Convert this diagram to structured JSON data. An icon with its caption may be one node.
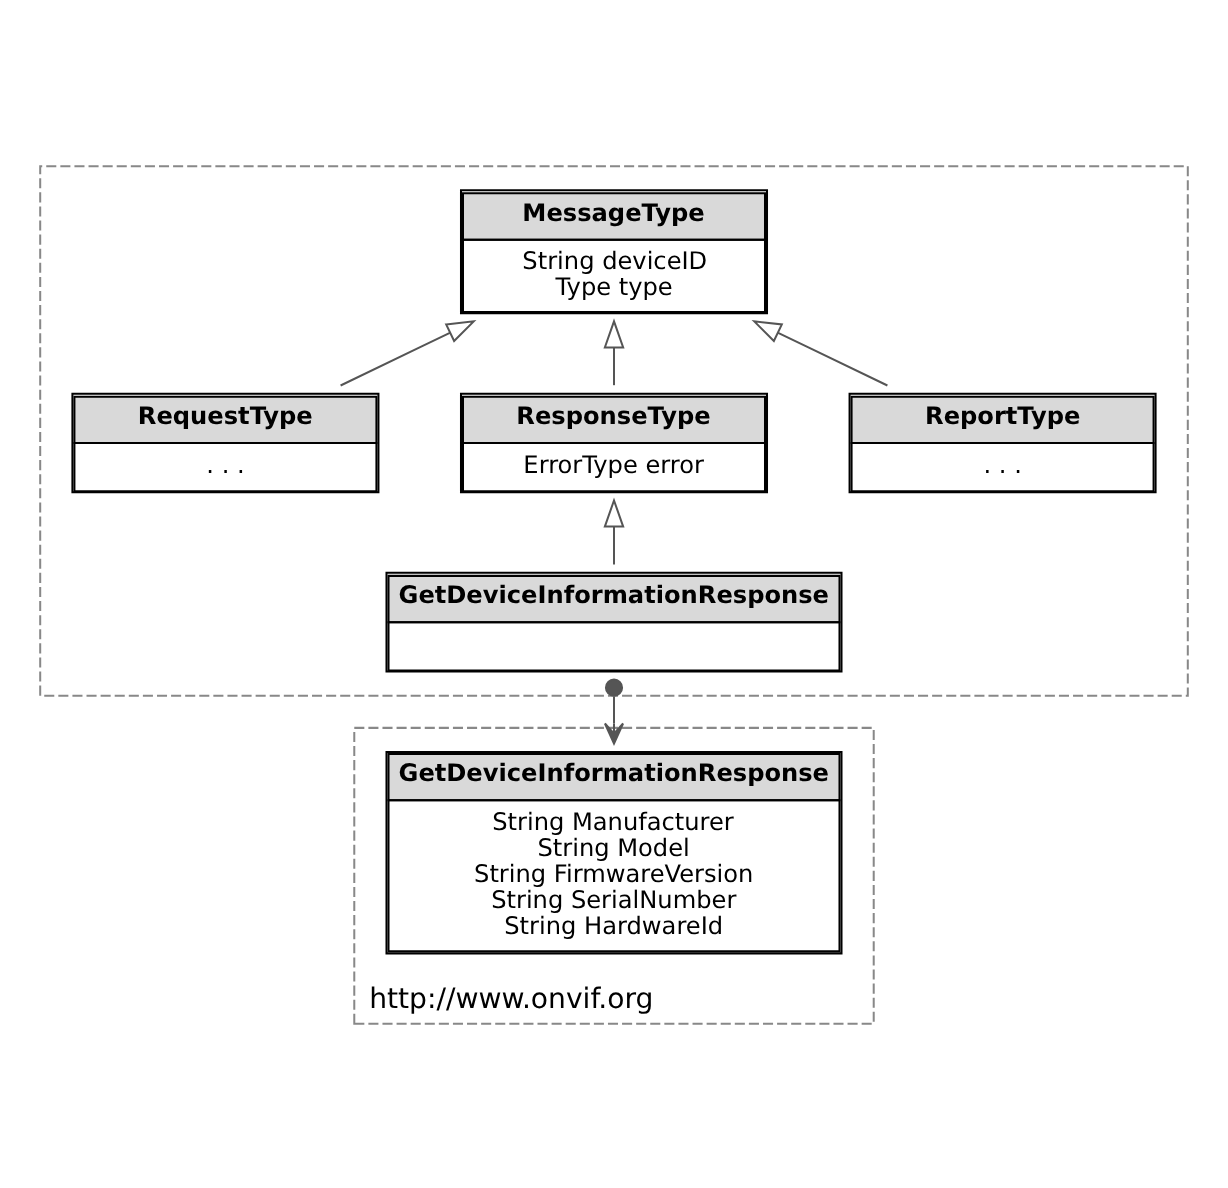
{
  "diagram": {
    "nodes": [
      {
        "text": [],
        "shape": "box"
      },
      {
        "text": [
          "MessageType",
          "String deviceID",
          "Type type"
        ],
        "in": 0
      },
      {
        "text": [
          "RequestType",
          ". . ."
        ],
        "in": 0
      },
      {
        "text": [
          "ResponseType",
          "ErrorType error"
        ],
        "in": 0
      },
      {
        "text": [
          "ReportType",
          ". . ."
        ],
        "in": 0
      },
      {
        "text": [
          "GetDeviceInformationResponse"
        ],
        "in": 0
      },
      {
        "text": [
          "http://www.onvif.org"
        ]
      },
      {
        "text": [
          "GetDeviceInformationResponse",
          "String Manufacturer",
          "String Model",
          "String FirmwareVersion",
          "String SerialNumber",
          "String HardwareId"
        ],
        "in": 6
      }
    ],
    "edges": [
      {
        "from": 2,
        "to": 1,
        "arrow": "to"
      },
      {
        "from": 3,
        "to": 1,
        "arrow": "to"
      },
      {
        "from": 4,
        "to": 1,
        "arrow": "to"
      },
      {
        "from": 5,
        "to": 3,
        "arrow": "to"
      },
      {
        "from": 5,
        "to": 7,
        "arrow": "to"
      }
    ]
  }
}
